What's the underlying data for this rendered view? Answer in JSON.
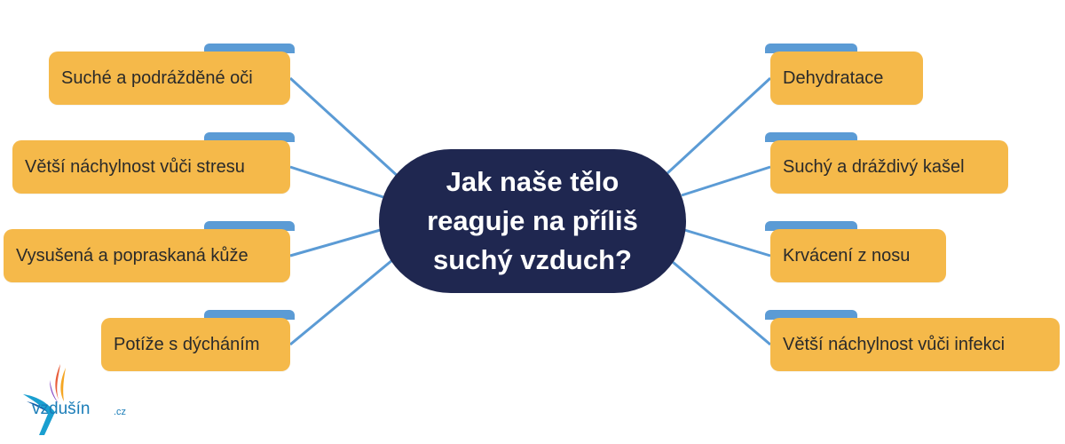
{
  "center_question": "Jak naše tělo reaguje na příliš suchý vzduch?",
  "left_nodes": [
    {
      "label": "Suché a podrážděné oči"
    },
    {
      "label": "Větší náchylnost vůči stresu"
    },
    {
      "label": "Vysušená a popraskaná kůže"
    },
    {
      "label": "Potíže s dýcháním"
    }
  ],
  "right_nodes": [
    {
      "label": "Dehydratace"
    },
    {
      "label": "Suchý a dráždivý kašel"
    },
    {
      "label": "Krvácení z nosu"
    },
    {
      "label": "Větší náchylnost vůči infekci"
    }
  ],
  "logo": {
    "name": "vzdušín",
    "tld": ".cz"
  },
  "colors": {
    "node_fill": "#f5b94a",
    "node_tab": "#5b9bd5",
    "center_fill": "#1f2750",
    "connector": "#5b9bd5",
    "logo_text": "#1a7db8"
  }
}
